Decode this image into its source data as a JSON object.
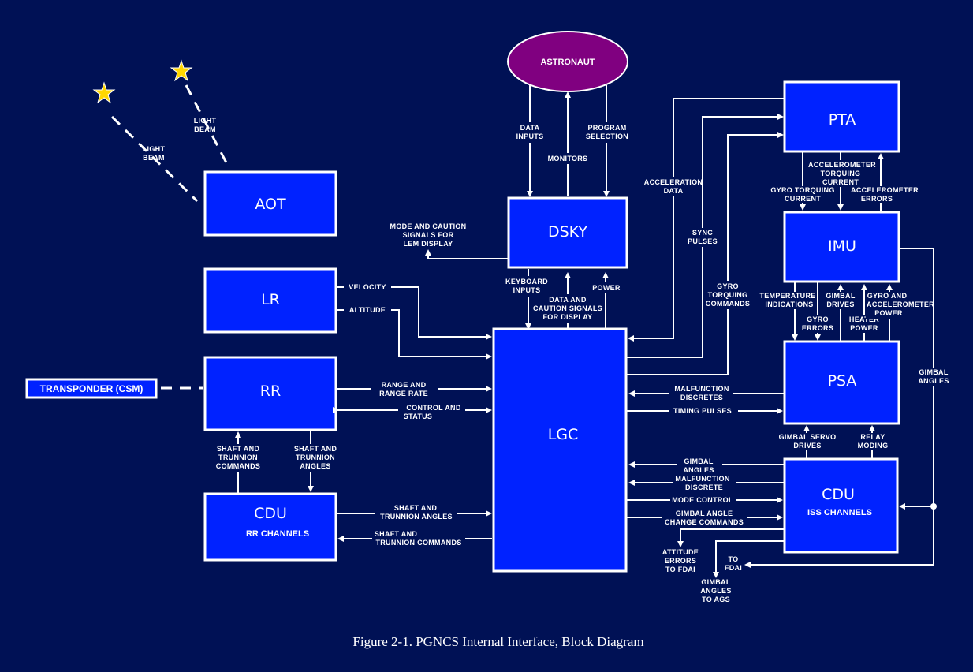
{
  "caption": "Figure 2-1.  PGNCS Internal Interface,  Block Diagram",
  "colors": {
    "background": "#001155",
    "block": "#0022ff",
    "astronaut": "#800080",
    "star": "#ffd700",
    "line": "#ffffff"
  },
  "nodes": {
    "astronaut": "ASTRONAUT",
    "aot": "AOT",
    "lr": "LR",
    "rr": "RR",
    "transponder": "TRANSPONDER (CSM)",
    "cdu_rr": {
      "title": "CDU",
      "sub": "RR CHANNELS"
    },
    "dsky": "DSKY",
    "lgc": "LGC",
    "pta": "PTA",
    "imu": "IMU",
    "psa": "PSA",
    "cdu_iss": {
      "title": "CDU",
      "sub": "ISS CHANNELS"
    }
  },
  "labels": {
    "light_beam_1": [
      "LIGHT",
      "BEAM"
    ],
    "light_beam_2": [
      "LIGHT",
      "BEAM"
    ],
    "data_inputs": [
      "DATA",
      "INPUTS"
    ],
    "monitors": [
      "MONITORS"
    ],
    "program_selection": [
      "PROGRAM",
      "SELECTION"
    ],
    "mode_caution": [
      "MODE AND CAUTION",
      "SIGNALS FOR",
      "LEM DISPLAY"
    ],
    "keyboard_inputs": [
      "KEYBOARD",
      "INPUTS"
    ],
    "data_caution": [
      "DATA AND",
      "CAUTION SIGNALS",
      "FOR DISPLAY"
    ],
    "power": [
      "POWER"
    ],
    "velocity": [
      "VELOCITY"
    ],
    "altitude": [
      "ALTITUDE"
    ],
    "range_rate": [
      "RANGE AND",
      "RANGE RATE"
    ],
    "control_status": [
      "CONTROL AND",
      "STATUS"
    ],
    "shaft_trunnion_commands_rr": [
      "SHAFT AND",
      "TRUNNION",
      "COMMANDS"
    ],
    "shaft_trunnion_angles_rr": [
      "SHAFT AND",
      "TRUNNION",
      "ANGLES"
    ],
    "shaft_trunnion_angles_lgc": [
      "SHAFT AND",
      "TRUNNION ANGLES"
    ],
    "shaft_trunnion_commands_lgc": [
      "SHAFT AND",
      "TRUNNION COMMANDS"
    ],
    "acceleration_data": [
      "ACCELERATION",
      "DATA"
    ],
    "sync_pulses": [
      "SYNC",
      "PULSES"
    ],
    "gyro_torquing_commands": [
      "GYRO",
      "TORQUING",
      "COMMANDS"
    ],
    "accel_torquing_current": [
      "ACCELEROMETER",
      "TORQUING",
      "CURRENT"
    ],
    "gyro_torquing_current": [
      "GYRO TORQUING",
      "CURRENT"
    ],
    "accel_errors": [
      "ACCELEROMETER",
      "ERRORS"
    ],
    "temperature_indications": [
      "TEMPERATURE",
      "INDICATIONS"
    ],
    "gyro_errors": [
      "GYRO",
      "ERRORS"
    ],
    "gimbal_drives": [
      "GIMBAL",
      "DRIVES"
    ],
    "heater_power": [
      "HEATER",
      "POWER"
    ],
    "gyro_accel_power": [
      "GYRO AND",
      "ACCELEROMETER",
      "POWER"
    ],
    "malfunction_discretes": [
      "MALFUNCTION",
      "DISCRETES"
    ],
    "timing_pulses": [
      "TIMING PULSES"
    ],
    "gimbal_servo_drives": [
      "GIMBAL SERVO",
      "DRIVES"
    ],
    "relay_moding": [
      "RELAY",
      "MODING"
    ],
    "gimbal_angles_right": [
      "GIMBAL",
      "ANGLES"
    ],
    "gimbal_angles_cdu": [
      "GIMBAL",
      "ANGLES"
    ],
    "malfunction_discrete": [
      "MALFUNCTION",
      "DISCRETE"
    ],
    "mode_control": [
      "MODE CONTROL"
    ],
    "gimbal_angle_change": [
      "GIMBAL ANGLE",
      "CHANGE COMMANDS"
    ],
    "attitude_errors": [
      "ATTITUDE",
      "ERRORS",
      "TO FDAI"
    ],
    "to_fdai": [
      "TO",
      "FDAI"
    ],
    "gimbal_angles_ags": [
      "GIMBAL",
      "ANGLES",
      "TO AGS"
    ]
  }
}
